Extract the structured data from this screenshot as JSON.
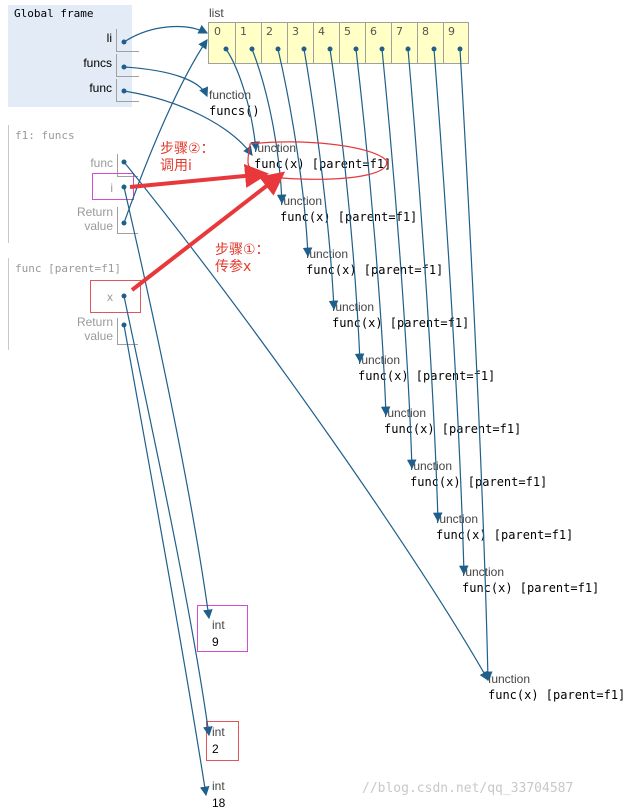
{
  "global_frame": {
    "title": "Global frame",
    "vars": [
      {
        "name": "li"
      },
      {
        "name": "funcs"
      },
      {
        "name": "func"
      }
    ]
  },
  "f1_frame": {
    "title": "f1: funcs",
    "vars": [
      {
        "name": "func"
      },
      {
        "name": "i"
      },
      {
        "name": "Return\nvalue"
      }
    ]
  },
  "func_frame": {
    "title": "func [parent=f1]",
    "vars": [
      {
        "name": "x"
      },
      {
        "name": "Return\nvalue"
      }
    ]
  },
  "list": {
    "label": "list",
    "indices": [
      "0",
      "1",
      "2",
      "3",
      "4",
      "5",
      "6",
      "7",
      "8",
      "9"
    ]
  },
  "funcs_object": {
    "type": "function",
    "value": "funcs()"
  },
  "func_objects": [
    {
      "type": "function",
      "value": "func(x) [parent=f1]"
    },
    {
      "type": "function",
      "value": "func(x) [parent=f1]"
    },
    {
      "type": "function",
      "value": "func(x) [parent=f1]"
    },
    {
      "type": "function",
      "value": "func(x) [parent=f1]"
    },
    {
      "type": "function",
      "value": "func(x) [parent=f1]"
    },
    {
      "type": "function",
      "value": "func(x) [parent=f1]"
    },
    {
      "type": "function",
      "value": "func(x) [parent=f1]"
    },
    {
      "type": "function",
      "value": "func(x) [parent=f1]"
    },
    {
      "type": "function",
      "value": "func(x) [parent=f1]"
    },
    {
      "type": "function",
      "value": "func(x) [parent=f1]"
    }
  ],
  "ints": [
    {
      "type": "int",
      "value": "9"
    },
    {
      "type": "int",
      "value": "2"
    },
    {
      "type": "int",
      "value": "18"
    }
  ],
  "annotations": {
    "step2": "步骤②：\n调用i",
    "step1": "步骤①：\n传参x"
  },
  "watermark": "//blog.csdn.net/qq_33704587",
  "colors": {
    "arrow": "#1f5f8b",
    "red_arrow": "#e8383b",
    "note": "#e23b2e",
    "list_bg": "#ffffc6",
    "frame_bg": "#e2ebf6",
    "pink": "#d04dd0",
    "red_box": "#e0555a"
  }
}
